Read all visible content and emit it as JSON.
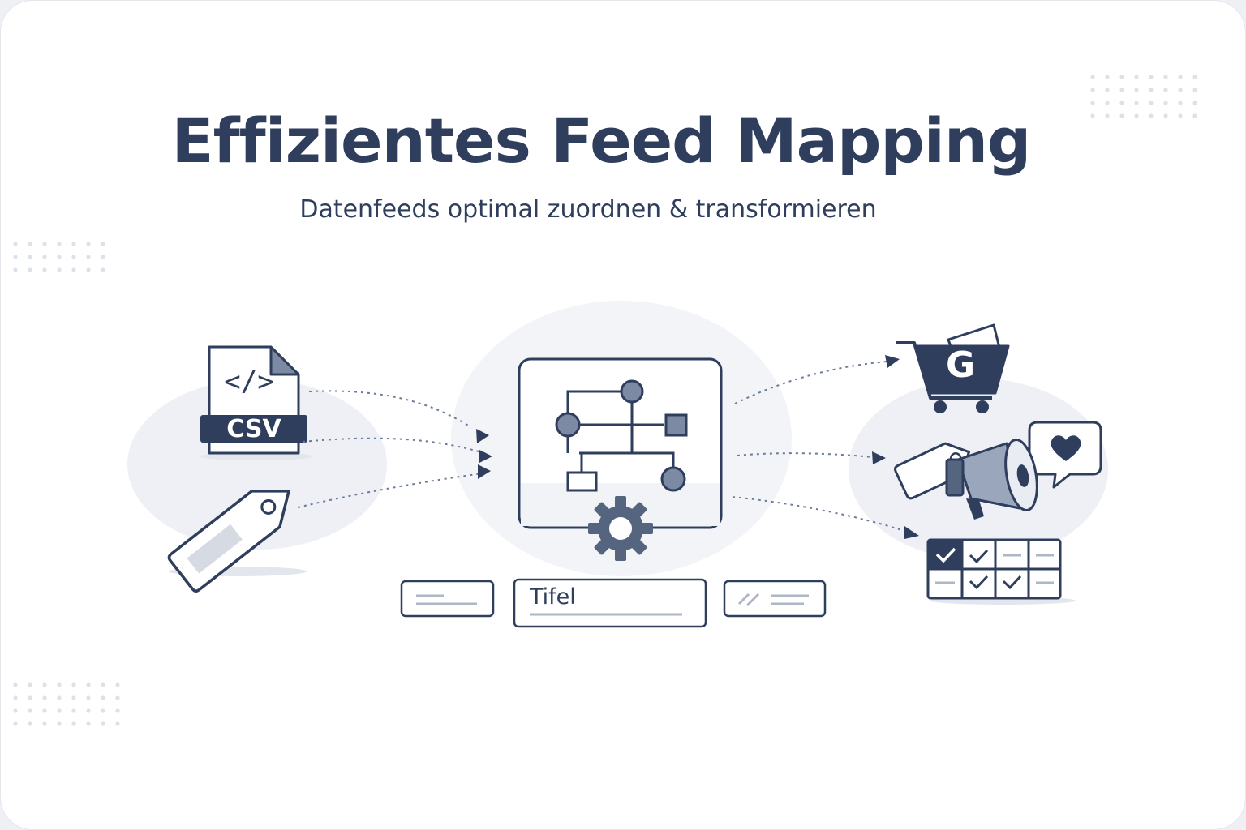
{
  "header": {
    "title": "Effizientes Feed Mapping",
    "subtitle": "Datenfeeds optimal zuordnen & transformieren"
  },
  "source": {
    "file_label": "CSV",
    "code_symbol": "</>"
  },
  "mapping": {
    "field_label": "Tifel"
  },
  "targets": {
    "shop_letter": "G"
  },
  "icons": {
    "source": [
      "csv-file-icon",
      "code-icon",
      "price-tag-icon"
    ],
    "center": [
      "flowchart-icon",
      "gear-icon"
    ],
    "targets": [
      "google-shopping-cart-icon",
      "price-tag-icon",
      "megaphone-icon",
      "heart-speech-bubble-icon",
      "checklist-table-icon"
    ]
  },
  "colors": {
    "primary": "#2e3e5c",
    "accent": "#6a7c9c",
    "light": "#dfe3ea",
    "blob": "#eef0f5"
  }
}
